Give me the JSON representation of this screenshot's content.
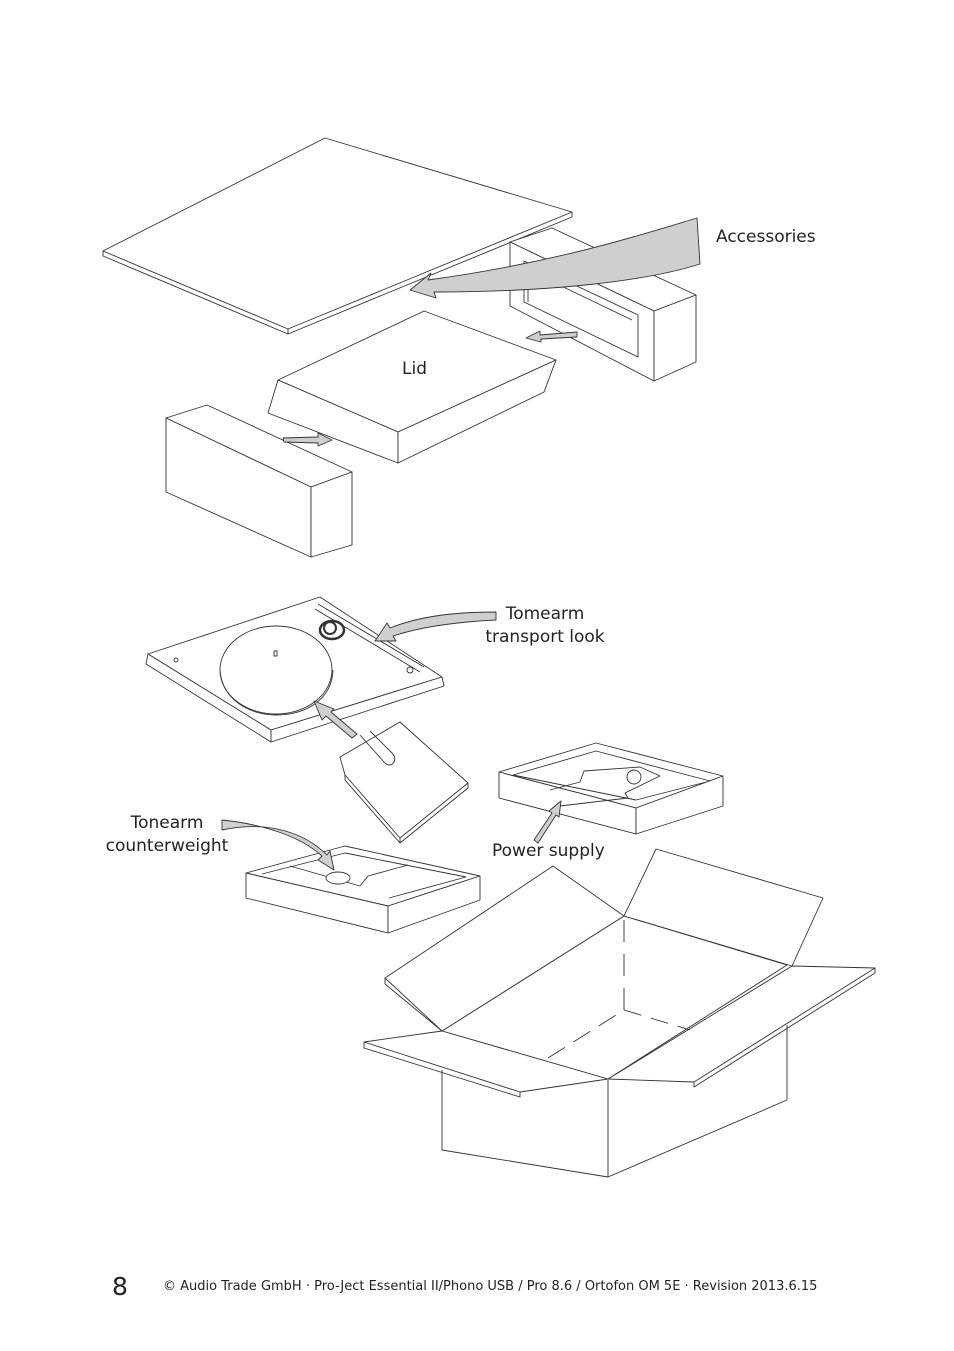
{
  "labels": {
    "accessories": "Accessories",
    "lid": "Lid",
    "tonearm_transport_l1": "Tomearm",
    "tonearm_transport_l2": "transport look",
    "tonearm_counterweight_l1": "Tonearm",
    "tonearm_counterweight_l2": "counterweight",
    "power_supply": "Power supply"
  },
  "footer": {
    "page_number": "8",
    "copyright": "© Audio Trade GmbH · Pro-Ject Essential  II/Phono USB / Pro 8.6 / Ortofon OM 5E · Revision 2013.6.15"
  },
  "colors": {
    "line": "#333333",
    "arrow_fill": "#cfcfcf"
  }
}
